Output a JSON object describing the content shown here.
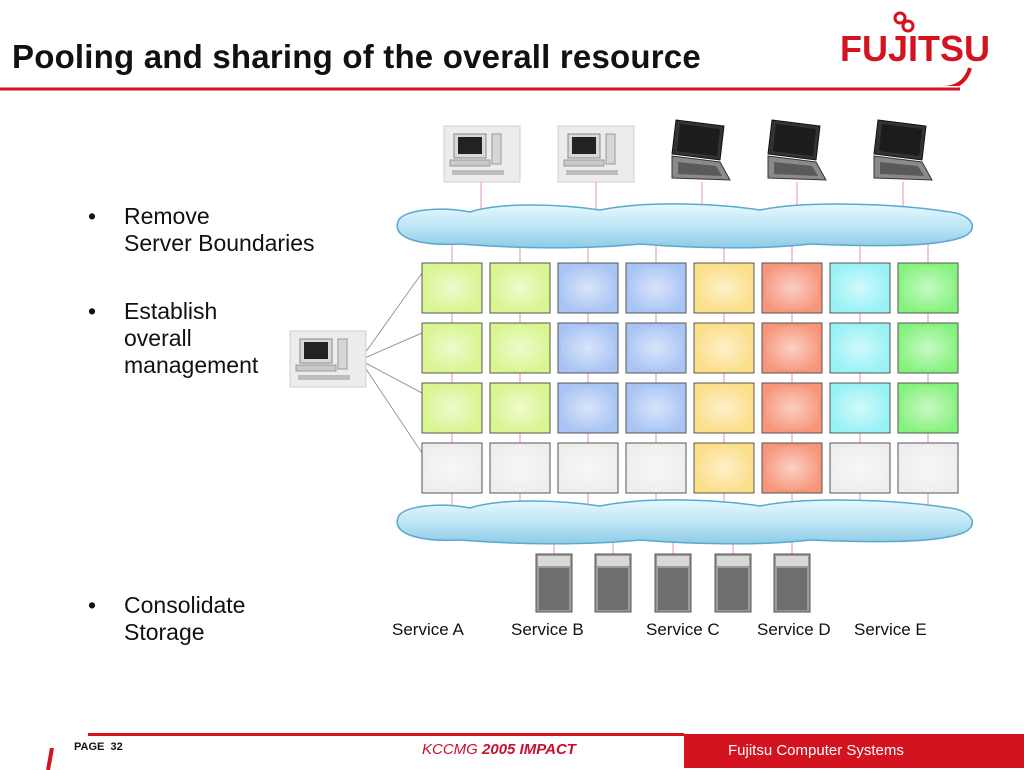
{
  "title": "Pooling and sharing of the overall resource",
  "brand": {
    "logo_text": "FUJITSU",
    "color": "#d3131f"
  },
  "bullets": [
    {
      "lines": [
        "Remove",
        "Server Boundaries"
      ]
    },
    {
      "lines": [
        "Establish",
        "overall",
        "management"
      ]
    },
    {
      "lines": [
        "Consolidate",
        "Storage"
      ]
    }
  ],
  "grid": {
    "columns": 8,
    "rows": 4,
    "colors": [
      [
        "#d9f590",
        "#d9f590",
        "#a8c4f4",
        "#a8c4f4",
        "#fbde88",
        "#f6957a",
        "#98f2f6",
        "#86f27e"
      ],
      [
        "#d9f590",
        "#d9f590",
        "#a8c4f4",
        "#a8c4f4",
        "#fbde88",
        "#f6957a",
        "#98f2f6",
        "#86f27e"
      ],
      [
        "#d9f590",
        "#d9f590",
        "#a8c4f4",
        "#a8c4f4",
        "#fbde88",
        "#f6957a",
        "#98f2f6",
        "#86f27e"
      ],
      [
        "#eeeeee",
        "#eeeeee",
        "#eeeeee",
        "#eeeeee",
        "#fbde88",
        "#f6957a",
        "#eeeeee",
        "#eeeeee"
      ]
    ]
  },
  "services": [
    "Service A",
    "Service B",
    "Service C",
    "Service D",
    "Service E"
  ],
  "clients": [
    "desktop-icon",
    "desktop-icon",
    "laptop-icon",
    "laptop-icon",
    "laptop-icon"
  ],
  "footer": {
    "page_label": "PAGE",
    "page_number": "32",
    "event_prefix": "KCCMG",
    "event_name": "2005 IMPACT",
    "company": "Fujitsu Computer Systems"
  }
}
